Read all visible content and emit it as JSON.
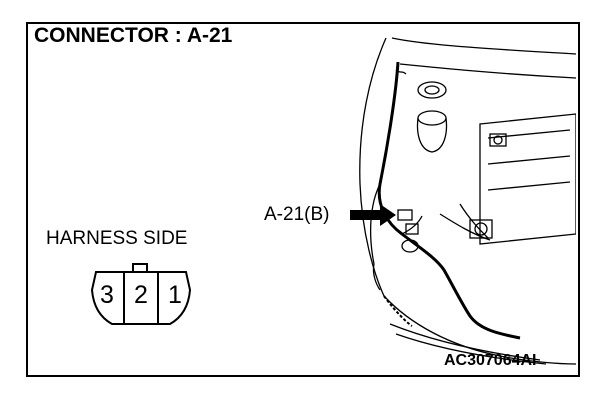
{
  "title": "CONNECTOR : A-21",
  "harness_label": "HARNESS SIDE",
  "connector": {
    "pins": [
      "3",
      "2",
      "1"
    ]
  },
  "pointer_label": "A-21(B)",
  "reference_code": "AC307064AI"
}
